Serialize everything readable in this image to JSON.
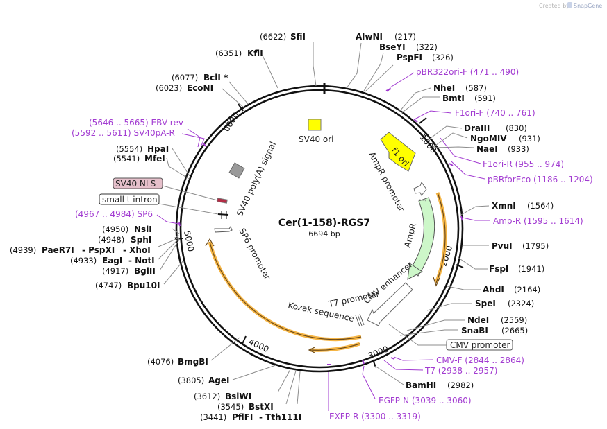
{
  "credit": {
    "prefix": "Created by",
    "brand": "SnapGene"
  },
  "plasmid": {
    "name": "Cer(1-158)-RGS7",
    "size": "6694 bp"
  },
  "ticks": [
    "1000",
    "2000",
    "3000",
    "4000",
    "5000",
    "6000"
  ],
  "features": {
    "f1_ori": "f1 ori",
    "sv40_ori": "SV40 ori",
    "ampr_promoter": "AmpR promoter",
    "ampr": "AmpR",
    "sv40_polya": "SV40 poly(A) signal",
    "sp6_promoter": "SP6 promoter",
    "cmv_enhancer": "CMV enhancer",
    "t7_promoter": "T7 promoter",
    "kozak": "Kozak sequence",
    "sv40_nls": "SV40 NLS",
    "small_t_intron": "small t intron",
    "cmv_promoter": "CMV promoter"
  },
  "sites": {
    "sfii": {
      "name": "SfiI",
      "pos": "(6622)"
    },
    "kfli": {
      "name": "KflI",
      "pos": "(6351)"
    },
    "bcli": {
      "name": "BclI *",
      "pos": "(6077)"
    },
    "econi": {
      "name": "EcoNI",
      "pos": "(6023)"
    },
    "alwni": {
      "name": "AlwNI",
      "pos": "(217)"
    },
    "bseyi": {
      "name": "BseYI",
      "pos": "(322)"
    },
    "pspfi": {
      "name": "PspFI",
      "pos": "(326)"
    },
    "nhei": {
      "name": "NheI",
      "pos": "(587)"
    },
    "bmti": {
      "name": "BmtI",
      "pos": "(591)"
    },
    "draiii": {
      "name": "DraIII",
      "pos": "(830)"
    },
    "ngomiv": {
      "name": "NgoMIV",
      "pos": "(931)"
    },
    "naei": {
      "name": "NaeI",
      "pos": "(933)"
    },
    "xmni": {
      "name": "XmnI",
      "pos": "(1564)"
    },
    "pvui": {
      "name": "PvuI",
      "pos": "(1795)"
    },
    "fspi": {
      "name": "FspI",
      "pos": "(1941)"
    },
    "ahdi": {
      "name": "AhdI",
      "pos": "(2164)"
    },
    "spei": {
      "name": "SpeI",
      "pos": "(2324)"
    },
    "ndei": {
      "name": "NdeI",
      "pos": "(2559)"
    },
    "snabi": {
      "name": "SnaBI",
      "pos": "(2665)"
    },
    "bamhi": {
      "name": "BamHI",
      "pos": "(2982)"
    },
    "bmgbi": {
      "name": "BmgBI",
      "pos": "(4076)"
    },
    "agei": {
      "name": "AgeI",
      "pos": "(3805)"
    },
    "bsiwi": {
      "name": "BsiWI",
      "pos": "(3612)"
    },
    "bstxi": {
      "name": "BstXI",
      "pos": "(3545)"
    },
    "pflfi": {
      "name": "PflFI",
      "pos": "(3441)"
    },
    "tth111i": {
      "name": "- Tth111I"
    },
    "hpai": {
      "name": "HpaI",
      "pos": "(5554)"
    },
    "mfei": {
      "name": "MfeI",
      "pos": "(5541)"
    },
    "nsii": {
      "name": "NsiI",
      "pos": "(4950)"
    },
    "sphi": {
      "name": "SphI",
      "pos": "(4948)"
    },
    "paer7i": {
      "name": "PaeR7I",
      "pos": "(4939)"
    },
    "pspxi": {
      "name": "- PspXI"
    },
    "xhoi": {
      "name": "- XhoI"
    },
    "eagi": {
      "name": "EagI",
      "pos": "(4933)"
    },
    "noti": {
      "name": "- NotI"
    },
    "bglii": {
      "name": "BglII",
      "pos": "(4917)"
    },
    "bpu10i": {
      "name": "Bpu10I",
      "pos": "(4747)"
    }
  },
  "primers": [
    {
      "label": "pBR322ori-F   (471 .. 490)"
    },
    {
      "label": "F1ori-F   (740 .. 761)"
    },
    {
      "label": "F1ori-R   (955 .. 974)"
    },
    {
      "label": "pBRforEco   (1186 .. 1204)"
    },
    {
      "label": "Amp-R   (1595 .. 1614)"
    },
    {
      "label": "CMV-F   (2844 .. 2864)"
    },
    {
      "label": "T7   (2938 .. 2957)"
    },
    {
      "label": "EGFP-N   (3039 .. 3060)"
    },
    {
      "label": "EXFP-R   (3300 .. 3319)"
    },
    {
      "label": "(5646 .. 5665)  EBV-rev"
    },
    {
      "label": "(5592 .. 5611)  SV40pA-R"
    },
    {
      "label": "(4967 .. 4984)  SP6"
    }
  ],
  "colors": {
    "backbone": "#111111",
    "primer": "#a23bd1",
    "orf": "#f5b545",
    "f1_ori": "#ffff00",
    "ampr": "#cdf7c9",
    "sv40_nls": "#e6c0cb"
  }
}
